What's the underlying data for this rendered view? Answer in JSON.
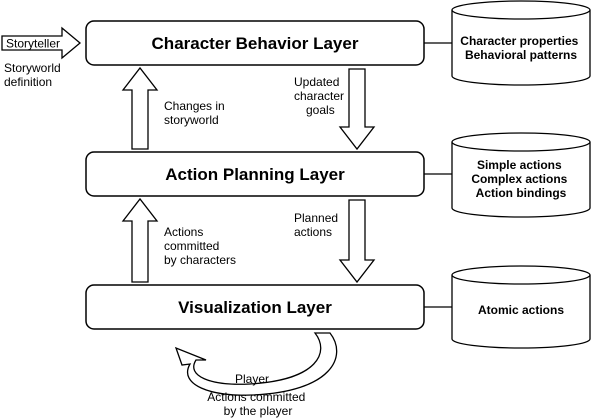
{
  "layers": {
    "behavior": "Character Behavior Layer",
    "planning": "Action Planning Layer",
    "visualization": "Visualization Layer"
  },
  "storyteller": {
    "label": "Storyteller",
    "note": [
      "Storyworld",
      "definition"
    ]
  },
  "flows": {
    "updated_goals": [
      "Updated",
      "character",
      "goals"
    ],
    "changes_storyworld": [
      "Changes in",
      "storyworld"
    ],
    "planned_actions": [
      "Planned",
      "actions"
    ],
    "actions_by_characters": [
      "Actions",
      "committed",
      "by characters"
    ]
  },
  "player": {
    "label": "Player",
    "note": [
      "Actions committed",
      "by the player"
    ]
  },
  "stores": {
    "behavior": [
      "Character properties",
      "Behavioral patterns"
    ],
    "planning": [
      "Simple actions",
      "Complex actions",
      "Action bindings"
    ],
    "visualization": [
      "Atomic actions"
    ]
  }
}
